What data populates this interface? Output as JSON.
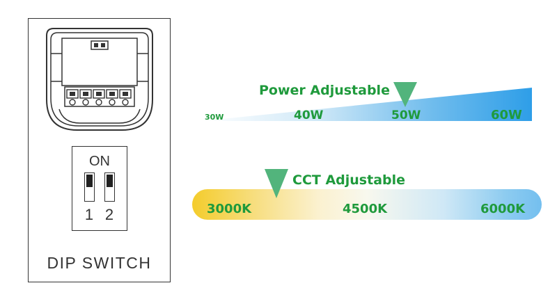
{
  "dip_panel": {
    "on_label": "ON",
    "switch_numbers": [
      "1",
      "2"
    ],
    "caption": "DIP SWITCH"
  },
  "power": {
    "title": "Power Adjustable",
    "labels": [
      "30W",
      "40W",
      "50W",
      "60W"
    ],
    "selected": "50W",
    "colors": {
      "gradient_start": "#ffffff",
      "gradient_end": "#2e9ee8",
      "marker": "#52b47c",
      "text": "#1f9a3c"
    }
  },
  "cct": {
    "title": "CCT Adjustable",
    "labels": [
      "3000K",
      "4500K",
      "6000K"
    ],
    "selected": "3000K",
    "colors": {
      "warm": "#f4cc2c",
      "neutral": "#f8f8ee",
      "cool": "#74bfef",
      "marker": "#52b47c",
      "text": "#1f9a3c"
    }
  }
}
